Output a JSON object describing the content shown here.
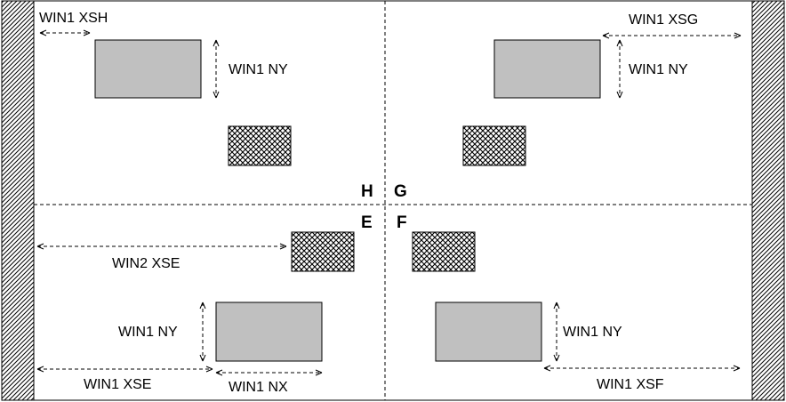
{
  "labels": {
    "win1_xsh": "WIN1 XSH",
    "win1_xsg": "WIN1 XSG",
    "win1_ny_tl": "WIN1 NY",
    "win1_ny_tr": "WIN1 NY",
    "win2_xse": "WIN2 XSE",
    "win1_ny_bl": "WIN1 NY",
    "win1_ny_br": "WIN1 NY",
    "win1_xse": "WIN1 XSE",
    "win1_nx": "WIN1 NX",
    "win1_xsf": "WIN1 XSF"
  },
  "quadrants": {
    "h": "H",
    "g": "G",
    "e": "E",
    "f": "F"
  },
  "colors": {
    "window_fill": "#c0c0c0",
    "line": "#000000",
    "background": "#ffffff"
  }
}
